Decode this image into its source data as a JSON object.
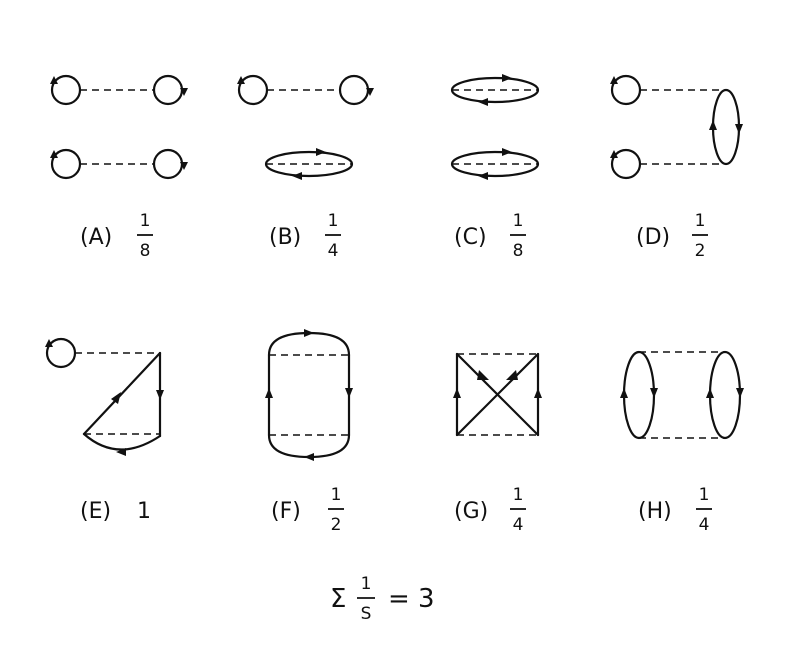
{
  "diagrams": [
    {
      "label": "(A)",
      "num": "1",
      "den": "8"
    },
    {
      "label": "(B)",
      "num": "1",
      "den": "4"
    },
    {
      "label": "(C)",
      "num": "1",
      "den": "8"
    },
    {
      "label": "(D)",
      "num": "1",
      "den": "2"
    },
    {
      "label": "(E)",
      "value": "1"
    },
    {
      "label": "(F)",
      "num": "1",
      "den": "2"
    },
    {
      "label": "(G)",
      "num": "1",
      "den": "4"
    },
    {
      "label": "(H)",
      "num": "1",
      "den": "4"
    }
  ],
  "summation": {
    "symbol": "Σ",
    "num": "1",
    "den": "S",
    "equals": "=",
    "value": "3"
  }
}
